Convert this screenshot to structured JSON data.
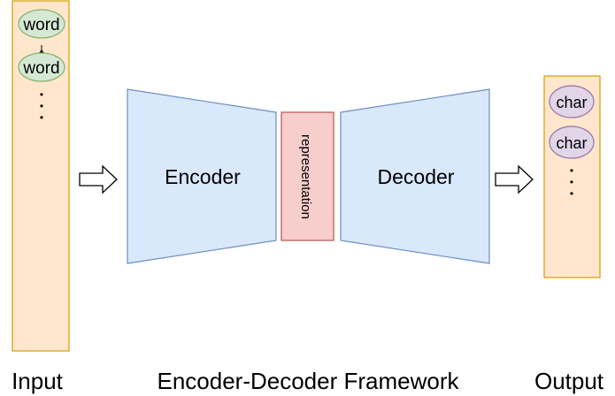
{
  "input": {
    "tokens": [
      "word",
      "word"
    ],
    "ellipsis": "•",
    "caption": "Input"
  },
  "encoder": {
    "label": "Encoder"
  },
  "representation": {
    "label": "representation"
  },
  "decoder": {
    "label": "Decoder"
  },
  "output": {
    "tokens": [
      "char",
      "char"
    ],
    "ellipsis": "•",
    "caption": "Output"
  },
  "framework": {
    "caption": "Encoder-Decoder Framework"
  },
  "colors": {
    "column_fill": "#ffe6cc",
    "column_stroke": "#d79b00",
    "word_fill": "#d5e8d4",
    "word_stroke": "#82b366",
    "char_fill": "#e1d5e7",
    "char_stroke": "#9673a6",
    "block_fill": "#dae8fc",
    "block_stroke": "#6c8ebf",
    "repr_fill": "#f8cecc",
    "repr_stroke": "#b85450",
    "arrow_stroke": "#000000"
  }
}
